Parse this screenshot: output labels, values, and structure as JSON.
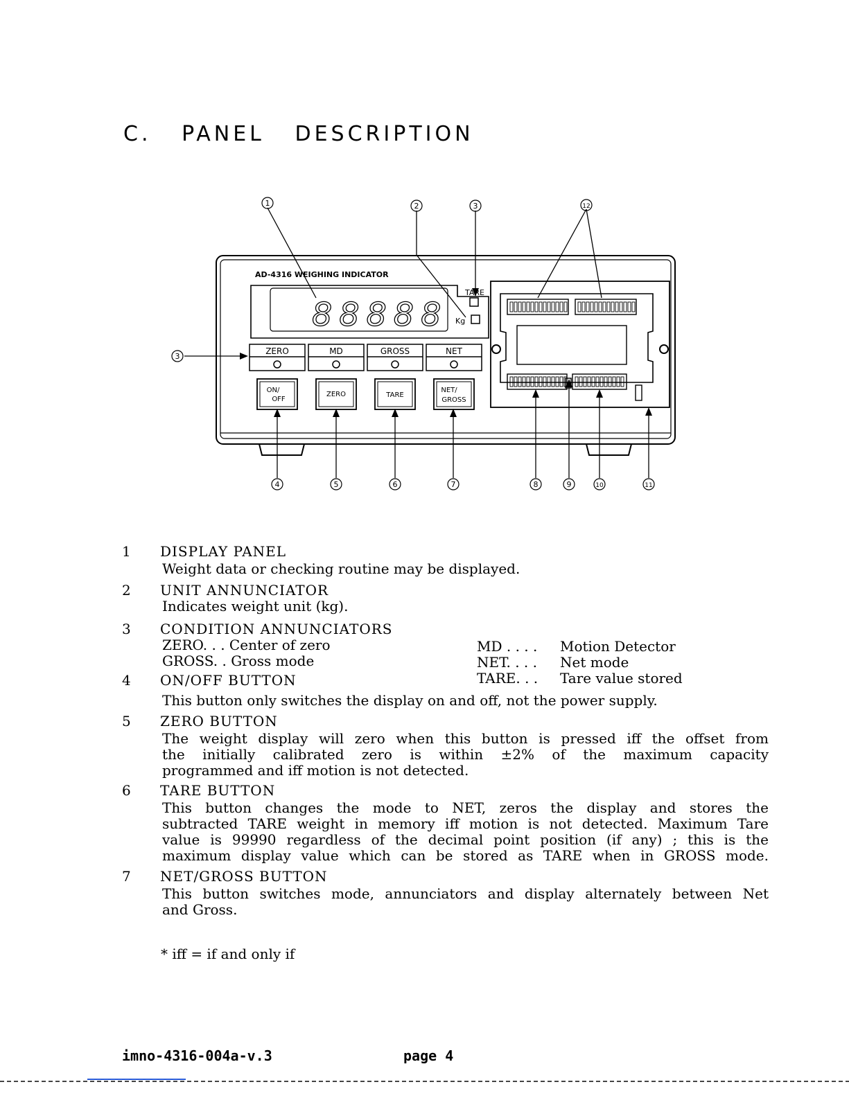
{
  "heading": "C.   PANEL   DESCRIPTION",
  "panel": {
    "model_label": "AD-4316 WEIGHING INDICATOR",
    "display_digits": "88888",
    "tare_label": "TARE",
    "unit_label": "Kg",
    "annunciators": [
      "ZERO",
      "MD",
      "GROSS",
      "NET"
    ],
    "buttons": [
      {
        "line1": "ON/",
        "line2": "OFF"
      },
      {
        "line1": "ZERO",
        "line2": ""
      },
      {
        "line1": "TARE",
        "line2": ""
      },
      {
        "line1": "NET/",
        "line2": "GROSS"
      }
    ],
    "callouts": [
      "1",
      "2",
      "3",
      "12",
      "3",
      "4",
      "5",
      "6",
      "7",
      "8",
      "9",
      "10",
      "11"
    ]
  },
  "items": [
    {
      "num": "1",
      "title": "DISPLAY  PANEL",
      "lines": [
        "Weight data or checking routine may be displayed."
      ]
    },
    {
      "num": "2",
      "title": "UNIT  ANNUNCIATOR",
      "lines": [
        "Indicates weight unit (kg)."
      ]
    },
    {
      "num": "3",
      "title": "CONDITION  ANNUNCIATORS",
      "lines": [
        "ZERO. . .  Center of zero",
        "GROSS. .  Gross mode"
      ]
    },
    {
      "num": "4",
      "title": "ON/OFF  BUTTON",
      "lines": [
        "This button only switches the display on and off, not the power supply."
      ]
    },
    {
      "num": "5",
      "title": "ZERO  BUTTON",
      "lines": [
        "The weight display will zero when this button is pressed iff the offset from",
        "the initially calibrated zero is within ±2% of the maximum capacity",
        "programmed and iff motion is not detected."
      ]
    },
    {
      "num": "6",
      "title": "TARE  BUTTON",
      "lines": [
        "This button changes the mode to NET, zeros the display and stores the",
        "subtracted TARE weight in memory iff motion is not detected. Maximum Tare",
        "value is  99990  regardless of the decimal point position (if any) ; this is the",
        "maximum display value which can be stored as TARE when in GROSS mode."
      ]
    },
    {
      "num": "7",
      "title": "NET/GROSS  BUTTON",
      "lines": [
        "This button switches mode, annunciators and display alternately between Net",
        "and Gross."
      ]
    }
  ],
  "legend": [
    {
      "key": "MD  . . . .",
      "desc": "Motion Detector"
    },
    {
      "key": "NET. . . .",
      "desc": "Net mode"
    },
    {
      "key": "TARE. . .",
      "desc": "Tare value stored"
    }
  ],
  "footnote": "* iff = if and only if",
  "footer": {
    "doc_id": "imno-4316-004a-v.3",
    "page": "page  4"
  }
}
